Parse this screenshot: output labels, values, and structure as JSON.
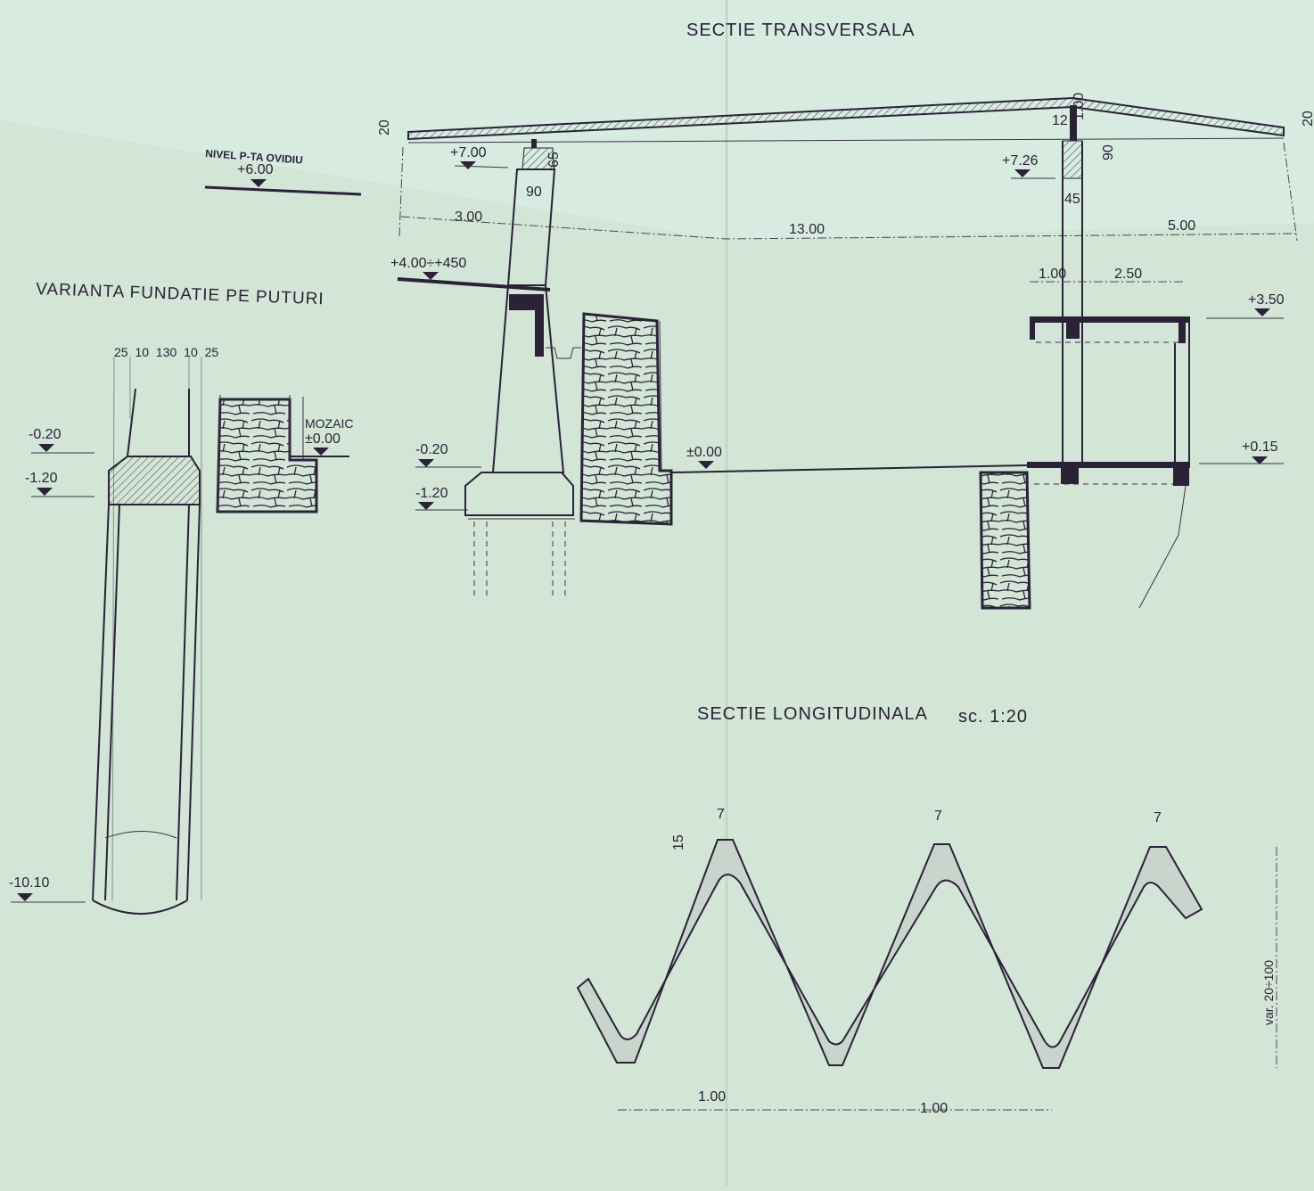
{
  "titles": {
    "transverse": "SECTIE TRANSVERSALA",
    "longitudinal": "SECTIE LONGITUDINALA",
    "scale": "sc. 1:20",
    "pile_variant": "VARIANTA FUNDATIE PE PUTURI"
  },
  "transverse": {
    "level_square_label": "NIVEL P-TA OVIDIU",
    "level_square": "+6.00",
    "level_left_roof": "+7.00",
    "level_right_roof": "+7.26",
    "level_balcony": "+4.00÷+450",
    "level_right_floor": "+3.50",
    "level_right_base": "+0.15",
    "level_ground": "±0.00",
    "level_minus_020": "-0.20",
    "level_minus_120": "-1.20",
    "dim_slab_left": "20",
    "dim_slab_right": "20",
    "dim_65": "65",
    "dim_90_left": "90",
    "dim_300": "3.00",
    "dim_1300": "13.00",
    "dim_500": "5.00",
    "dim_12": "12",
    "dim_100_vert": "1.00",
    "dim_90_right": "90",
    "dim_45": "45",
    "dim_100_horiz": "1.00",
    "dim_250": "2.50"
  },
  "pile": {
    "dims_top": "25 10 130 10 25",
    "level_minus_020": "-0.20",
    "level_minus_120": "-1.20",
    "level_bottom": "-10.10",
    "mosaic_label": "MOZAIC",
    "mosaic_level": "±0.00"
  },
  "longitudinal": {
    "dim_7_a": "7",
    "dim_7_b": "7",
    "dim_7_c": "7",
    "dim_15": "15",
    "dim_100_a": "1.00",
    "dim_100_b": "1.00",
    "dim_var": "var. 20÷100"
  },
  "colors": {
    "paper": "#d2e5d6",
    "ink": "#2b2238"
  }
}
